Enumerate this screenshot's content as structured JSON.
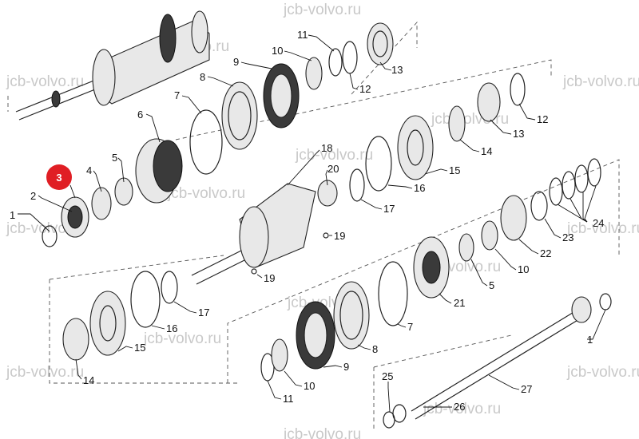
{
  "watermark": "jcb-volvo.ru",
  "highlight": {
    "label": "3",
    "color": "#e01e24"
  },
  "callouts": {
    "c1a": "1",
    "c1b": "1",
    "c2": "2",
    "c4": "4",
    "c5a": "5",
    "c5b": "5",
    "c6": "6",
    "c7a": "7",
    "c7b": "7",
    "c8a": "8",
    "c8b": "8",
    "c9a": "9",
    "c9b": "9",
    "c10a": "10",
    "c10b": "10",
    "c10c": "10",
    "c11a": "11",
    "c11b": "11",
    "c12a": "12",
    "c12b": "12",
    "c13a": "13",
    "c13b": "13",
    "c14a": "14",
    "c14b": "14",
    "c15a": "15",
    "c15b": "15",
    "c16a": "16",
    "c16b": "16",
    "c17a": "17",
    "c17b": "17",
    "c18": "18",
    "c19a": "19",
    "c19b": "19",
    "c20": "20",
    "c21": "21",
    "c22": "22",
    "c23": "23",
    "c24": "24",
    "c25": "25",
    "c26": "26",
    "c27": "27"
  }
}
